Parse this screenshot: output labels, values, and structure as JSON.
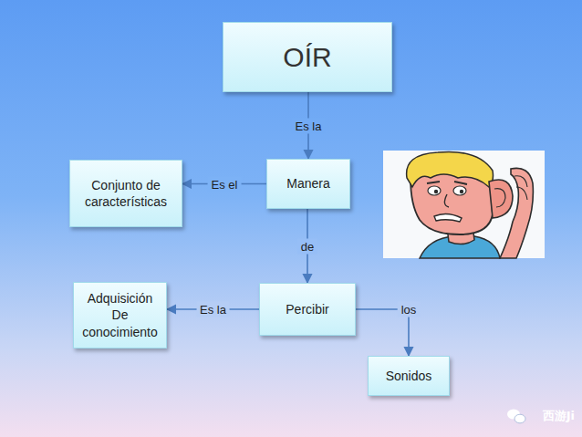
{
  "diagram": {
    "nodes": [
      {
        "text": [
          "OÍR"
        ]
      },
      {
        "text": [
          "Manera"
        ]
      },
      {
        "text": [
          "Conjunto de características"
        ]
      },
      {
        "text": [
          "Percibir"
        ]
      },
      {
        "text": [
          "Adquisición De conocimiento"
        ]
      },
      {
        "text": [
          "Sonidos"
        ]
      }
    ],
    "edges": [
      {
        "from": 0,
        "to": 1,
        "label": "Es la",
        "arrow": "to"
      },
      {
        "from": 1,
        "to": 2,
        "label": "Es el",
        "arrow": "to"
      },
      {
        "from": 1,
        "to": 3,
        "label": "de",
        "arrow": "to"
      },
      {
        "from": 3,
        "to": 4,
        "label": "Es la",
        "arrow": "to"
      },
      {
        "from": 3,
        "to": 5,
        "label": "los",
        "arrow": "to"
      }
    ],
    "labels": [
      "西游Ji"
    ]
  }
}
